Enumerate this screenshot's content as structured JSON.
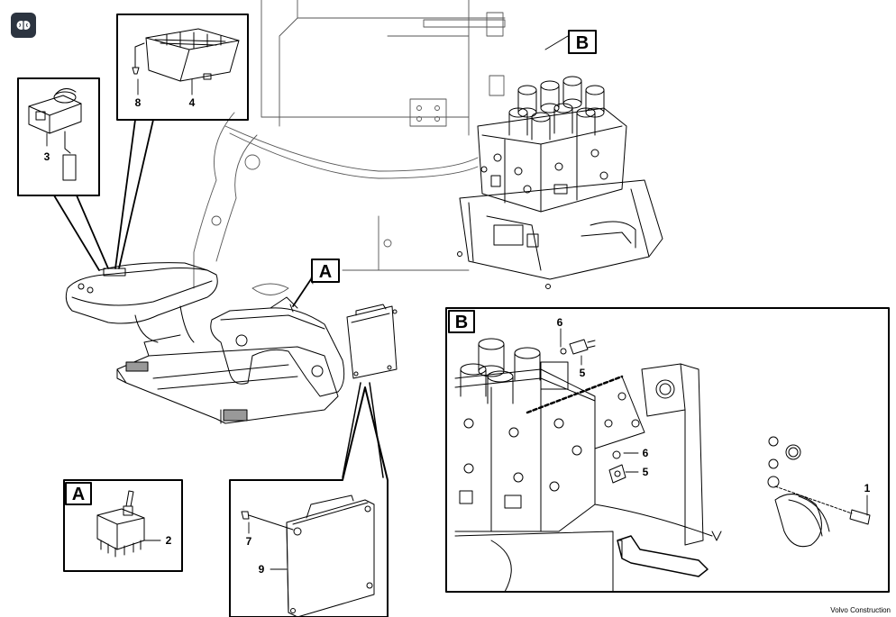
{
  "app": {
    "badge_icon": "brain-icon",
    "badge_color": "#2c3440"
  },
  "views": {
    "A": "A",
    "B": "B",
    "A_detail": "A",
    "B_detail": "B"
  },
  "callouts": {
    "c1": "1",
    "c2": "2",
    "c3": "3",
    "c4": "4",
    "c5a": "5",
    "c5b": "5",
    "c6a": "6",
    "c6b": "6",
    "c7": "7",
    "c8": "8",
    "c9": "9"
  },
  "footer": {
    "credit": "Volvo Construction"
  }
}
